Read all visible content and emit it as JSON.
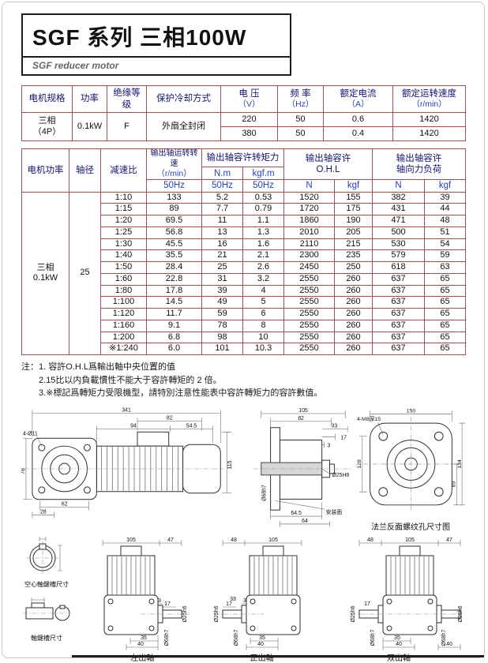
{
  "page": {
    "title": "SGF 系列 三相100W",
    "subtitle": "SGF reducer motor"
  },
  "spec_table": {
    "h_motor_spec": "电机规格",
    "h_power": "功率",
    "h_insulation": "绝缘等级",
    "h_cooling": "保护冷却方式",
    "h_voltage": "电 压",
    "h_voltage_unit": "（V）",
    "h_freq": "频 率",
    "h_freq_unit": "（Hz）",
    "h_current": "额定电流",
    "h_current_unit": "（A）",
    "h_speed": "额定运转速度",
    "h_speed_unit": "（r/min）",
    "motor_spec_l1": "三相",
    "motor_spec_l2": "（4P）",
    "power": "0.1kW",
    "insulation": "F",
    "cooling": "外扇全封闭",
    "rows": [
      {
        "voltage": "220",
        "freq": "50",
        "current": "0.6",
        "speed": "1420"
      },
      {
        "voltage": "380",
        "freq": "50",
        "current": "0.4",
        "speed": "1420"
      }
    ]
  },
  "perf_table": {
    "h_motor_power": "电机功率",
    "h_shaft_dia": "轴径",
    "h_ratio": "减速比",
    "h_speed": "输出轴运转转速",
    "h_speed_unit": "（r/min）",
    "h_torque": "输出轴容许转矩力",
    "h_nm": "N.m",
    "h_kgfm": "kgf.m",
    "h_ohl_1": "输出轴容许",
    "h_ohl_2": "O.H.L",
    "h_axial_1": "输出轴容许",
    "h_axial_2": "轴向力负荷",
    "h_hz1": "50Hz",
    "h_hz2": "50Hz",
    "h_hz3": "50Hz",
    "h_n1": "N",
    "h_kgf1": "kgf",
    "h_n2": "N",
    "h_kgf2": "kgf",
    "motor_power_l1": "三相",
    "motor_power_l2": "0.1kW",
    "shaft_dia": "25",
    "rows": [
      {
        "ratio": "1:10",
        "speed": "133",
        "nm": "5.2",
        "kgfm": "0.53",
        "ohl_n": "1520",
        "ohl_kgf": "155",
        "ax_n": "382",
        "ax_kgf": "39"
      },
      {
        "ratio": "1:15",
        "speed": "89",
        "nm": "7.7",
        "kgfm": "0.79",
        "ohl_n": "1720",
        "ohl_kgf": "175",
        "ax_n": "431",
        "ax_kgf": "44"
      },
      {
        "ratio": "1:20",
        "speed": "69.5",
        "nm": "11",
        "kgfm": "1.1",
        "ohl_n": "1860",
        "ohl_kgf": "190",
        "ax_n": "471",
        "ax_kgf": "48"
      },
      {
        "ratio": "1:25",
        "speed": "56.8",
        "nm": "13",
        "kgfm": "1.3",
        "ohl_n": "2010",
        "ohl_kgf": "205",
        "ax_n": "500",
        "ax_kgf": "51"
      },
      {
        "ratio": "1:30",
        "speed": "45.5",
        "nm": "16",
        "kgfm": "1.6",
        "ohl_n": "2110",
        "ohl_kgf": "215",
        "ax_n": "530",
        "ax_kgf": "54"
      },
      {
        "ratio": "1:40",
        "speed": "35.5",
        "nm": "21",
        "kgfm": "2.1",
        "ohl_n": "2300",
        "ohl_kgf": "235",
        "ax_n": "579",
        "ax_kgf": "59"
      },
      {
        "ratio": "1:50",
        "speed": "28.4",
        "nm": "25",
        "kgfm": "2.6",
        "ohl_n": "2450",
        "ohl_kgf": "250",
        "ax_n": "618",
        "ax_kgf": "63"
      },
      {
        "ratio": "1:60",
        "speed": "22.8",
        "nm": "31",
        "kgfm": "3.2",
        "ohl_n": "2550",
        "ohl_kgf": "260",
        "ax_n": "637",
        "ax_kgf": "65"
      },
      {
        "ratio": "1:80",
        "speed": "17.8",
        "nm": "39",
        "kgfm": "4",
        "ohl_n": "2550",
        "ohl_kgf": "260",
        "ax_n": "637",
        "ax_kgf": "65"
      },
      {
        "ratio": "1:100",
        "speed": "14.5",
        "nm": "49",
        "kgfm": "5",
        "ohl_n": "2550",
        "ohl_kgf": "260",
        "ax_n": "637",
        "ax_kgf": "65"
      },
      {
        "ratio": "1:120",
        "speed": "11.7",
        "nm": "59",
        "kgfm": "6",
        "ohl_n": "2550",
        "ohl_kgf": "260",
        "ax_n": "637",
        "ax_kgf": "65"
      },
      {
        "ratio": "1:160",
        "speed": "9.1",
        "nm": "78",
        "kgfm": "8",
        "ohl_n": "2550",
        "ohl_kgf": "260",
        "ax_n": "637",
        "ax_kgf": "65"
      },
      {
        "ratio": "1:200",
        "speed": "6.8",
        "nm": "98",
        "kgfm": "10",
        "ohl_n": "2550",
        "ohl_kgf": "260",
        "ax_n": "637",
        "ax_kgf": "65"
      },
      {
        "ratio": "※1:240",
        "speed": "6.0",
        "nm": "101",
        "kgfm": "10.3",
        "ohl_n": "2550",
        "ohl_kgf": "260",
        "ax_n": "637",
        "ax_kgf": "65"
      }
    ]
  },
  "notes": {
    "prefix": "注：",
    "lines": [
      "1. 容許O.H.L爲輸出軸中央位置的值",
      "2.15比以内負載慣性不能大于容許轉矩的 2 倍。",
      "3.※標記爲轉矩力受限機型，請特別注意性能表中容許轉矩力的容許數值。"
    ]
  },
  "drawings": {
    "main": {
      "overall": "341",
      "top82": "82",
      "d94": "94",
      "d545": "54.5",
      "holes": "4-Ø11",
      "d62": "62",
      "d28": "28",
      "h78": "78",
      "h115": "115"
    },
    "section": {
      "w105": "105",
      "w82": "82",
      "d33": "33",
      "d17": "17",
      "d3": "3",
      "bore": "Ø25H8",
      "spigot": "Ø68h7",
      "b645": "64.5",
      "b64": "64",
      "mount": "安装面"
    },
    "flange": {
      "w150": "150",
      "l128": "128",
      "r89": "89",
      "r134": "134",
      "holes": "4-M8深15",
      "caption": "法兰反面螺纹孔尺寸图"
    },
    "keyway_hollow": {
      "caption": "空心軸鍵槽尺寸"
    },
    "keyway_shaft": {
      "caption": "軸鍵槽尺寸"
    },
    "left_shaft": {
      "caption": "左出軸",
      "d105": "105",
      "d47": "47",
      "d17": "17",
      "d3": "3",
      "shaft": "Ø25h6",
      "boss": "Ø68h7",
      "b35": "35",
      "b40": "40"
    },
    "front_shaft": {
      "caption": "正出軸",
      "d48": "48",
      "d105": "105",
      "d33": "33",
      "d17": "17",
      "d3": "3",
      "shaft": "Ø25h6",
      "boss": "Ø68h7",
      "b35": "35",
      "b40": "40"
    },
    "double_shaft": {
      "caption": "双出軸",
      "d48": "48",
      "d105": "105",
      "d47": "47",
      "d17": "17",
      "shaft_l": "Ø25h6",
      "boss_l": "Ø68h7",
      "shaft_r": "Ø25h6",
      "boss_r": "Ø68h7",
      "b35": "35",
      "b40": "40",
      "b40r": "40"
    }
  }
}
